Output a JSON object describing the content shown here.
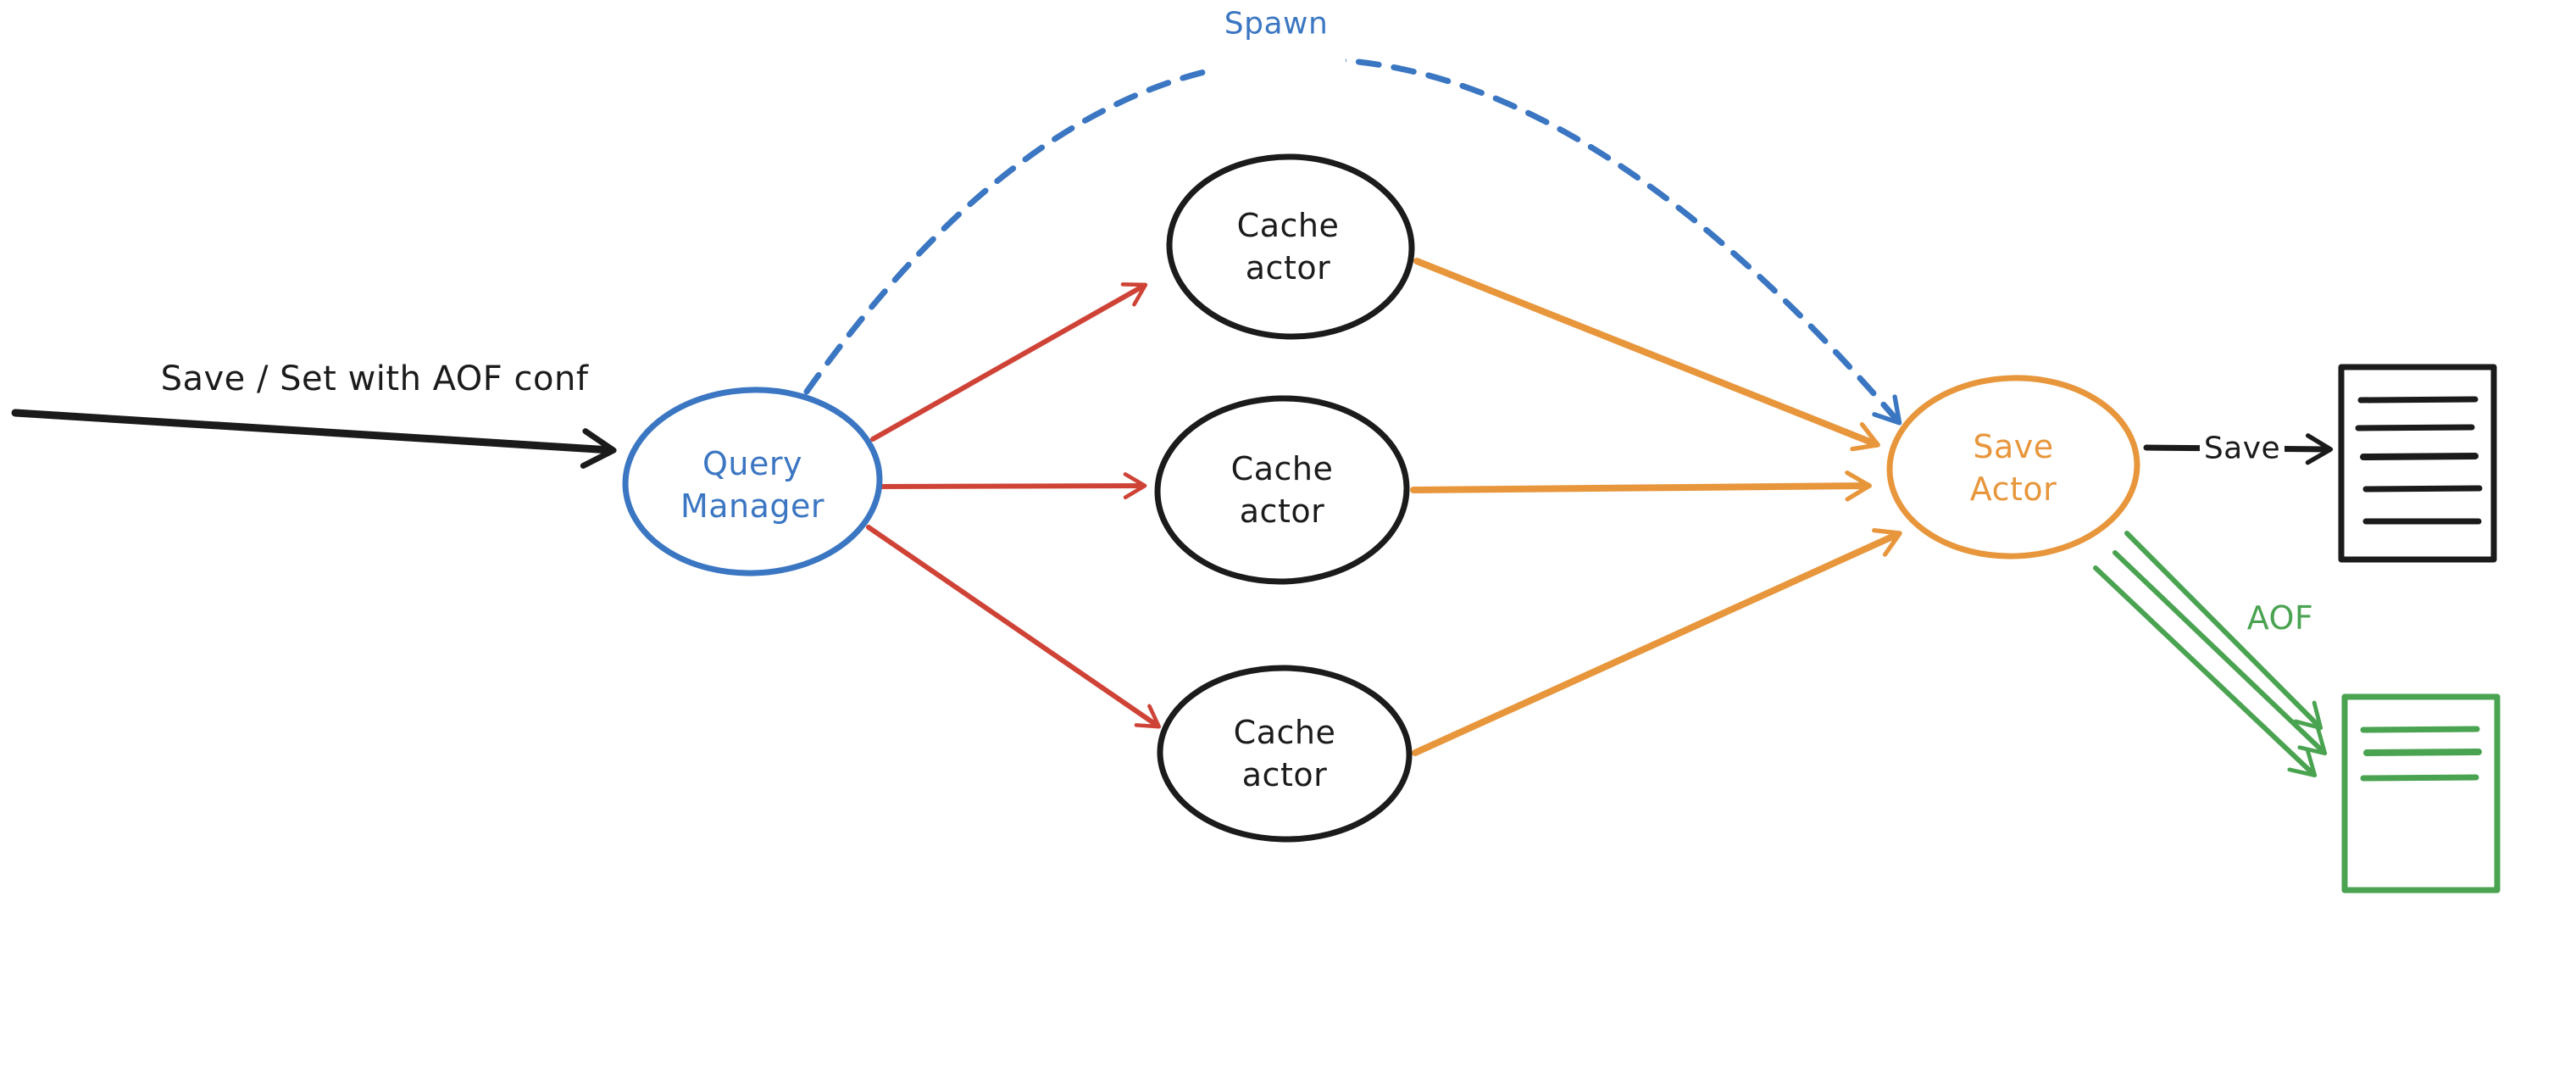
{
  "canvas": {
    "background_color": "#ffffff"
  },
  "palette": {
    "ink": "#1b1b1b",
    "blue": "#3b76c2",
    "red": "#cf4337",
    "orange": "#e8963c",
    "green": "#4aa351"
  },
  "nodes": {
    "query_manager": {
      "lines": [
        "Query",
        "Manager"
      ],
      "color": "#3b76c2",
      "shape": "ellipse"
    },
    "cache_actors": [
      {
        "lines": [
          "Cache",
          "actor"
        ],
        "color": "#1b1b1b",
        "shape": "ellipse"
      },
      {
        "lines": [
          "Cache",
          "actor"
        ],
        "color": "#1b1b1b",
        "shape": "ellipse"
      },
      {
        "lines": [
          "Cache",
          "actor"
        ],
        "color": "#1b1b1b",
        "shape": "ellipse"
      }
    ],
    "save_actor": {
      "lines": [
        "Save",
        "Actor"
      ],
      "color": "#e8963c",
      "shape": "ellipse"
    }
  },
  "edges": {
    "input": {
      "label": "Save / Set with AOF conf",
      "color": "#1b1b1b",
      "style": "solid"
    },
    "spawn": {
      "label": "Spawn",
      "color": "#3b76c2",
      "style": "dashed"
    },
    "dispatch": {
      "color": "#cf4337",
      "style": "solid",
      "count": 3
    },
    "collect": {
      "color": "#e8963c",
      "style": "solid",
      "count": 3
    },
    "save": {
      "label": "Save",
      "color": "#1b1b1b",
      "style": "solid"
    },
    "aof": {
      "label": "AOF",
      "color": "#4aa351",
      "style": "solid",
      "count": 3
    }
  },
  "files": {
    "save_file": {
      "icon": "document",
      "color": "#1b1b1b",
      "text_lines": 5
    },
    "aof_file": {
      "icon": "document",
      "color": "#4aa351",
      "text_lines": 3
    }
  }
}
